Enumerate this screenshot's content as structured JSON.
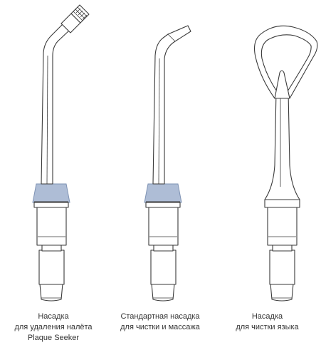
{
  "colors": {
    "outline": "#3a3a3a",
    "collar_fill": "#aebdd6",
    "collar_stroke": "#7f93b4",
    "background": "#ffffff"
  },
  "tips": [
    {
      "name": "plaque-seeker-tip",
      "caption_lines": [
        "Насадка",
        "для удаления налёта",
        "Plaque Seeker"
      ]
    },
    {
      "name": "standard-tip",
      "caption_lines": [
        "Стандартная насадка",
        "для чистки и массажа"
      ]
    },
    {
      "name": "tongue-cleaner-tip",
      "caption_lines": [
        "Насадка",
        "для чистки языка"
      ]
    }
  ]
}
